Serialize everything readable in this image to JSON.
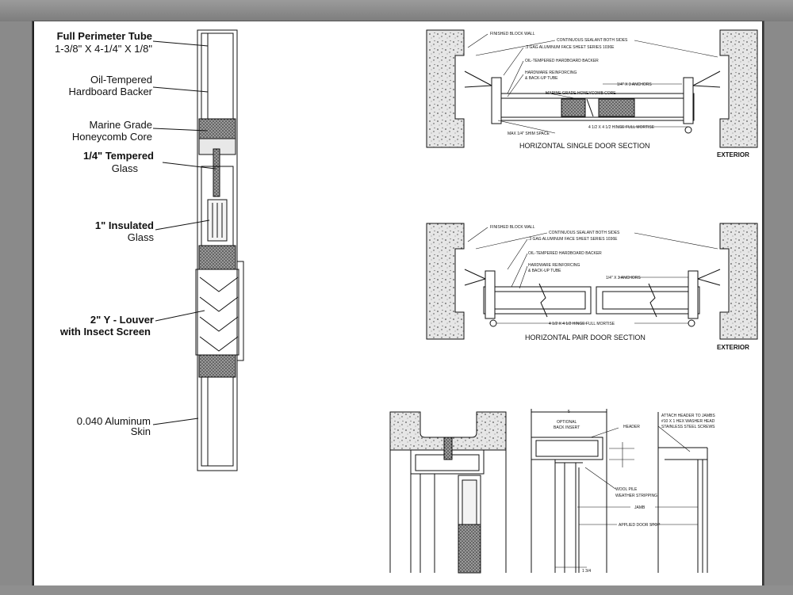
{
  "left_callouts": [
    {
      "line1": "Full Perimeter Tube",
      "line2": "1-3/8\" X 4-1/4\" X 1/8\""
    },
    {
      "line1": "Oil-Tempered",
      "line2": "Hardboard Backer"
    },
    {
      "line1": "Marine Grade",
      "line2": "Honeycomb Core"
    },
    {
      "line1": "1/4\" Tempered",
      "line2": "Glass"
    },
    {
      "line1": "1\" Insulated",
      "line2": "Glass"
    },
    {
      "line1": "2\" Y - Louver",
      "line2": "with Insect Screen"
    },
    {
      "line1": "0.040 Aluminum",
      "line2": "Skin"
    }
  ],
  "single_section": {
    "title": "HORIZONTAL SINGLE DOOR SECTION",
    "side_label": "EXTERIOR",
    "notes": {
      "block_wall": "FINISHED BLOCK WALL",
      "sealant": "CONTINUOUS SEALANT BOTH SIDES",
      "face_sheet": ".3 GAG ALUMINUM FACE SHEET SERIES 1036E",
      "backer": "OIL-TEMPERED HARDBOARD BACKER",
      "hardware_1": "HARDWARE REINFORCING",
      "hardware_2": "& BACK-UP TUBE",
      "anchors": "1/4\" X 3 ANCHORS",
      "core": "MARINE GRADE HONEYCOMB CORE",
      "hinge": "4 1/2 X 4 1/2 HINGE FULL MORTISE",
      "shim": "MAX 1/4\" SHIM SPACE"
    }
  },
  "pair_section": {
    "title": "HORIZONTAL PAIR DOOR SECTION",
    "side_label": "EXTERIOR",
    "notes": {
      "block_wall": "FINISHED BLOCK WALL",
      "sealant": "CONTINUOUS SEALANT BOTH SIDES",
      "face_sheet": ".3 GAG ALUMINUM FACE SHEET SERIES 1036E",
      "backer": "OIL-TEMPERED HARDBOARD BACKER",
      "hardware_1": "HARDWARE REINFORCING",
      "hardware_2": "& BACK-UP TUBE",
      "anchors": "1/4\" X 3 ANCHORS",
      "hinge": "4 1/2 X 4 1/2 HINGE FULL MORTISE"
    }
  },
  "head_detail": {
    "dim_top": "5",
    "optional_1": "OPTIONAL",
    "optional_2": "BACK INSERT",
    "header": "HEADER",
    "attach_1": "ATTACH HEADER TO JAMBS",
    "attach_2": "#10 X 1 HEX WASHER HEAD",
    "attach_3": "STAINLESS STEEL SCREWS",
    "wool_1": "WOOL PILE",
    "wool_2": "WEATHER STRIPPING",
    "jamb": "JAMB",
    "stop": "APPLIED DOOR STOP",
    "dim_bottom": "1 3/4"
  },
  "colors": {
    "background": "#8a8a8a",
    "sheet": "#ffffff",
    "ink": "#111111"
  }
}
